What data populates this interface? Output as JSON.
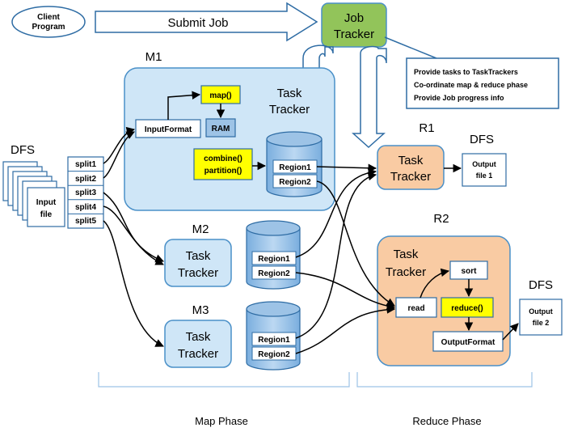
{
  "client_program": [
    "Client",
    "Program"
  ],
  "submit_job": "Submit Job",
  "job_tracker": [
    "Job",
    "Tracker"
  ],
  "job_tracker_notes": [
    "Provide tasks to TaskTrackers",
    "Co-ordinate map & reduce phase",
    "Provide Job progress info"
  ],
  "m1": {
    "label": "M1",
    "task_tracker": [
      "Task",
      "Tracker"
    ],
    "input_format": "InputFormat",
    "map": "map()",
    "ram": "RAM",
    "combine": "combine()",
    "partition": "partition()",
    "regions": [
      "Region1",
      "Region2"
    ]
  },
  "m2": {
    "label": "M2",
    "task_tracker": [
      "Task",
      "Tracker"
    ],
    "regions": [
      "Region1",
      "Region2"
    ]
  },
  "m3": {
    "label": "M3",
    "task_tracker": [
      "Task",
      "Tracker"
    ],
    "regions": [
      "Region1",
      "Region2"
    ]
  },
  "dfs_left": {
    "label": "DFS",
    "input_file": [
      "Input",
      "file"
    ],
    "splits": [
      "split1",
      "split2",
      "split3",
      "split4",
      "split5"
    ]
  },
  "r1": {
    "label": "R1",
    "task_tracker": [
      "Task",
      "Tracker"
    ],
    "dfs": "DFS",
    "output_file": [
      "Output",
      "file 1"
    ]
  },
  "r2": {
    "label": "R2",
    "task_tracker": [
      "Task",
      "Tracker"
    ],
    "sort": "sort",
    "read": "read",
    "reduce": "reduce()",
    "output_format": "OutputFormat",
    "dfs": "DFS",
    "output_file": [
      "Output",
      "file 2"
    ]
  },
  "phases": {
    "map": "Map Phase",
    "reduce": "Reduce Phase"
  },
  "colors": {
    "blue_fill": "#cfe6f7",
    "blue_stroke": "#4a90c8",
    "orange_fill": "#f9cba3",
    "orange_stroke": "#e08a4a",
    "green_fill": "#92c45a",
    "yellow": "#ffff00",
    "cyl_fill": "#9dc3e6"
  }
}
